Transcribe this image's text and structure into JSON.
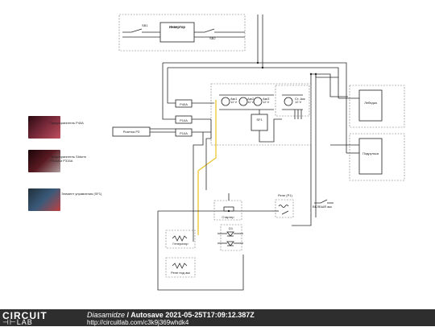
{
  "components": {
    "sb1": "SB1",
    "invertor": "Инвертор",
    "sb2": "SB2",
    "p40a": "P40A",
    "p10a_1": "P10A",
    "p10a_2": "P10A",
    "rozetka": "Розетка P3",
    "sw_big": "SF1",
    "batt1": "Акк1\n12 V",
    "batt2": "Акк2\n12 V",
    "batt3": "Акк3\n12 V",
    "batt4": "Ст. Акк\n12 V",
    "ship1": "Лебедка",
    "ship2": "Подрулька",
    "relay": "Реле (Р1)",
    "starter": "Стартер",
    "generator": "Генератор",
    "diode": "D1",
    "heater": "Реле под акк",
    "switch_label": "BKЛБЫЙ акк"
  },
  "legend": [
    {
      "label": "Предохранитель P40A",
      "color": "#7a2a3a"
    },
    {
      "label": "Предохранитель Shtorm\nP315A и P315A",
      "color": "#5a1a22"
    },
    {
      "label": "Элемент управления (SF1)",
      "color": "#3a5a7a"
    }
  ],
  "footer": {
    "logo_top": "CIRCUIT",
    "logo_bottom": "LAB",
    "author": "Diasamidze",
    "title": "Autosave 2021-05-25T17:09:12.387Z",
    "url": "http://circuitlab.com/c3k9j369whdk4"
  }
}
